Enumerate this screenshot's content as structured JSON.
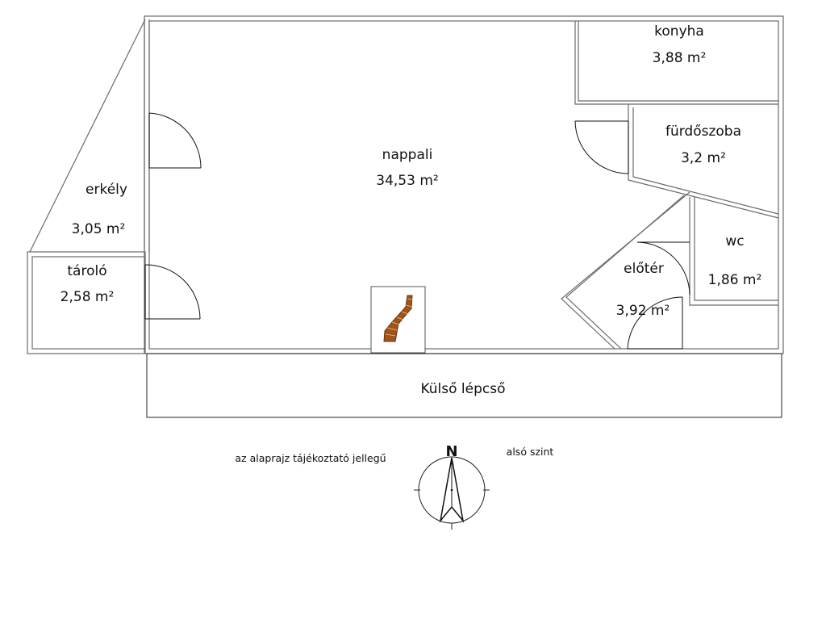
{
  "rooms": {
    "nappali": {
      "name": "nappali",
      "area": "34,53 m²"
    },
    "konyha": {
      "name": "konyha",
      "area": "3,88 m²"
    },
    "furdoszoba": {
      "name": "fürdőszoba",
      "area": "3,2 m²"
    },
    "erkely": {
      "name": "erkély",
      "area": "3,05 m²"
    },
    "tarolo": {
      "name": "tároló",
      "area": "2,58 m²"
    },
    "wc": {
      "name": "wc",
      "area": "1,86 m²"
    },
    "eloter": {
      "name": "előtér",
      "area": "3,92 m²"
    }
  },
  "external_stairs": {
    "label": "Külső lépcső"
  },
  "notes": {
    "disclaimer": "az alaprajz tájékoztató jellegű",
    "level": "alsó szint"
  },
  "compass": {
    "north_label": "N"
  },
  "colors": {
    "wall": "#6a6a6a",
    "stairs": "#a0531a",
    "text": "#111111"
  }
}
